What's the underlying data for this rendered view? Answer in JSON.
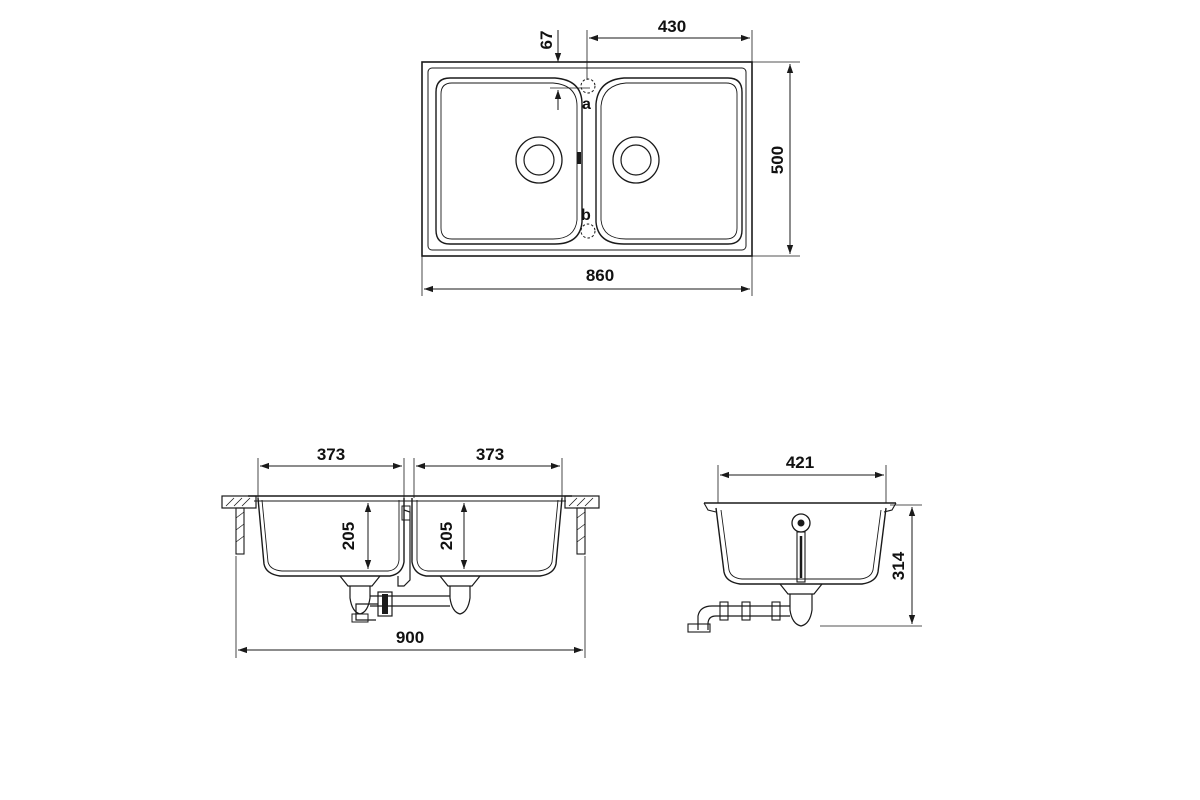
{
  "diagram": {
    "top_view": {
      "width_label": "860",
      "depth_label": "500",
      "bowl_label": "430",
      "offset_label": "67",
      "point_a": "a",
      "point_b": "b"
    },
    "front_view": {
      "bowl_left_label": "373",
      "bowl_right_label": "373",
      "depth_left_label": "205",
      "depth_right_label": "205",
      "overall_label": "900"
    },
    "side_view": {
      "width_label": "421",
      "height_label": "314"
    }
  }
}
